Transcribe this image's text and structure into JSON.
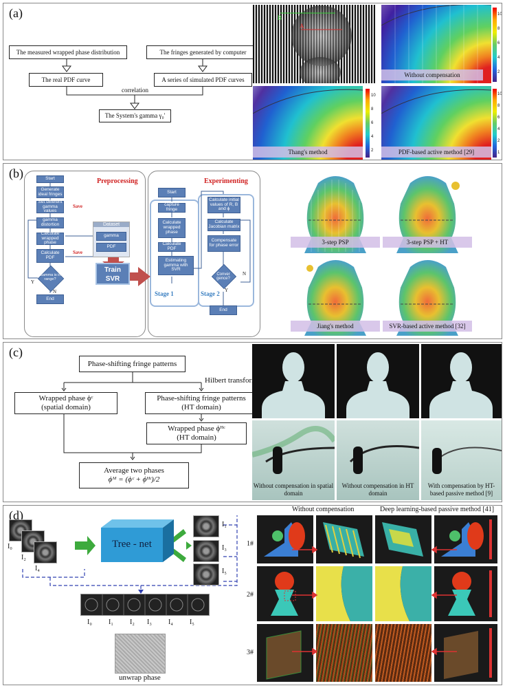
{
  "panel_a": {
    "label": "(a)",
    "box_measured": "The measured wrapped phase distribution",
    "box_computer": "The fringes generated by computer",
    "box_real": "The real PDF curve",
    "box_simulated": "A series of simulated PDF curves",
    "correlation": "correlation",
    "box_gamma": "The System's gamma γ₀'",
    "fringe_mark_b": "B",
    "fringe_mark_a": "A",
    "cap_without": "Without compensation",
    "cap_thang": "Thang's method",
    "cap_pdf": "PDF-based active method [29]",
    "colorbar_ticks_1": [
      "10",
      "8",
      "6",
      "4",
      "2"
    ],
    "colorbar_ticks_2": [
      "10",
      "8",
      "6",
      "4",
      "2"
    ],
    "colorbar_ticks_3": [
      "10",
      "8",
      "6",
      "4",
      "2",
      "1"
    ]
  },
  "panel_b": {
    "label": "(b)",
    "preprocessing": "Preprocessing",
    "experimenting": "Experimenting",
    "start": "Start",
    "gen_fringes": "Generate ideal fringes",
    "set_gamma": "Set different gamma values",
    "gamma_dist": "gamma distortion",
    "calc_wrapped": "Calculate wrapped phase",
    "calc_pdf": "Calculate PDF",
    "gamma_range": "Gamma is in range?",
    "end": "End",
    "save1": "Save",
    "save2": "Save",
    "y1": "Y",
    "n1": "N",
    "dataset": "Dataset",
    "ds_gamma": "gamma",
    "ds_pdf": "PDF",
    "train_svr": "Train SVR",
    "s1_start": "Start",
    "capture": "capture fringe",
    "s1_wrapped": "Calculate wrapped phase",
    "s1_pdf": "Calculate PDF",
    "estimating": "Estimating gamma with SVR",
    "stage1": "Stage 1",
    "stage2": "Stage 2",
    "init_vals": "Calculate initial values of R, B and ϕ",
    "jacobian": "Calculate Jacobian matrix",
    "compensate": "Compensate for phase error",
    "converge": "Conver gence?",
    "y2": "Y",
    "n2": "N",
    "end2": "End",
    "cap_3step": "3-step PSP",
    "cap_3step_ht": "3-step PSP + HT",
    "cap_jiang": "Jiang's method",
    "cap_svr": "SVR-based active method [32]"
  },
  "panel_c": {
    "label": "(c)",
    "psfp": "Phase-shifting fringe patterns",
    "hilbert": "Hilbert transform",
    "wrapped_spatial_1": "Wrapped phase ϕᶜ",
    "wrapped_spatial_2": "(spatial domain)",
    "psfp_ht_1": "Phase-shifting fringe patterns",
    "psfp_ht_2": "(HT domain)",
    "wrapped_ht_1": "Wrapped phase ϕᴴᶜ",
    "wrapped_ht_2": "(HT domain)",
    "avg_1": "Average two phases",
    "avg_2": "ϕᴹ = (ϕᶜ + ϕᴴᶜ)/2",
    "cap1": "Without compensation in spatial domain",
    "cap2": "Without compensation in HT domain",
    "cap3": "With compensation by HT-based passive method [9]"
  },
  "panel_d": {
    "label": "(d)",
    "i0": "I₀",
    "i2": "I₂",
    "i4": "I₄",
    "i1": "I₁",
    "i3": "I₃",
    "i5": "I₅",
    "treenet": "Tree - net",
    "seq": [
      "I₀",
      "I₁",
      "I₂",
      "I₃",
      "I₄",
      "I₅"
    ],
    "unwrap": "unwrap phase",
    "col_without": "Without compensation",
    "col_deep": "Deep learning-based passive method [41]",
    "row1": "1#",
    "row2": "2#",
    "row3": "3#"
  },
  "colors": {
    "flow_box": "#5b7fb6",
    "preprocessing_red": "#d02020",
    "stage_blue": "#3a7fc1",
    "arrow_green": "#3daa3d",
    "cube_blue": "#2f9bd6",
    "dashed_blue": "#3040b0"
  }
}
